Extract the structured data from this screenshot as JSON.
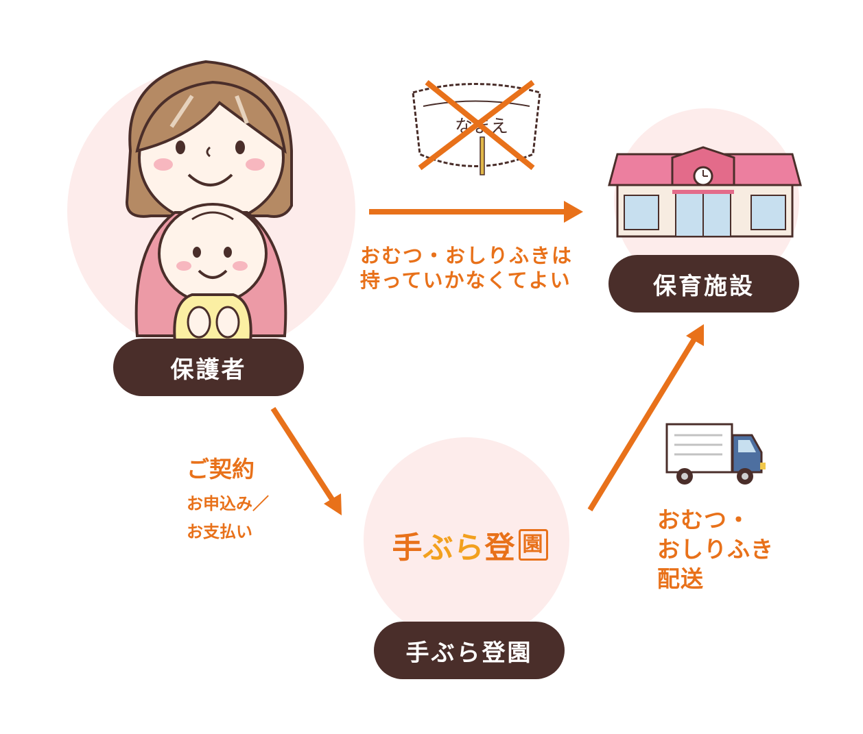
{
  "nodes": {
    "guardian": {
      "label": "保護者"
    },
    "facility": {
      "label": "保育施設"
    },
    "service": {
      "label": "手ぶら登園"
    }
  },
  "logo": {
    "text": "手ぶら登園",
    "chars": [
      "手",
      "ぶ",
      "ら",
      "登",
      "園"
    ]
  },
  "diaper_name": "なまえ",
  "edges": {
    "guardian_to_facility": {
      "line1": "おむつ・おしりふきは",
      "line2": "持っていかなくてよい"
    },
    "guardian_to_service": {
      "line1": "ご契約",
      "line2": "お申込み／",
      "line3": "お支払い"
    },
    "service_to_facility": {
      "line1": "おむつ・",
      "line2": "おしりふき",
      "line3": "配送"
    }
  },
  "colors": {
    "accent": "#e8711a",
    "pill": "#4a2e2a",
    "circle": "#fdeceb",
    "roof": "#e97a99"
  }
}
